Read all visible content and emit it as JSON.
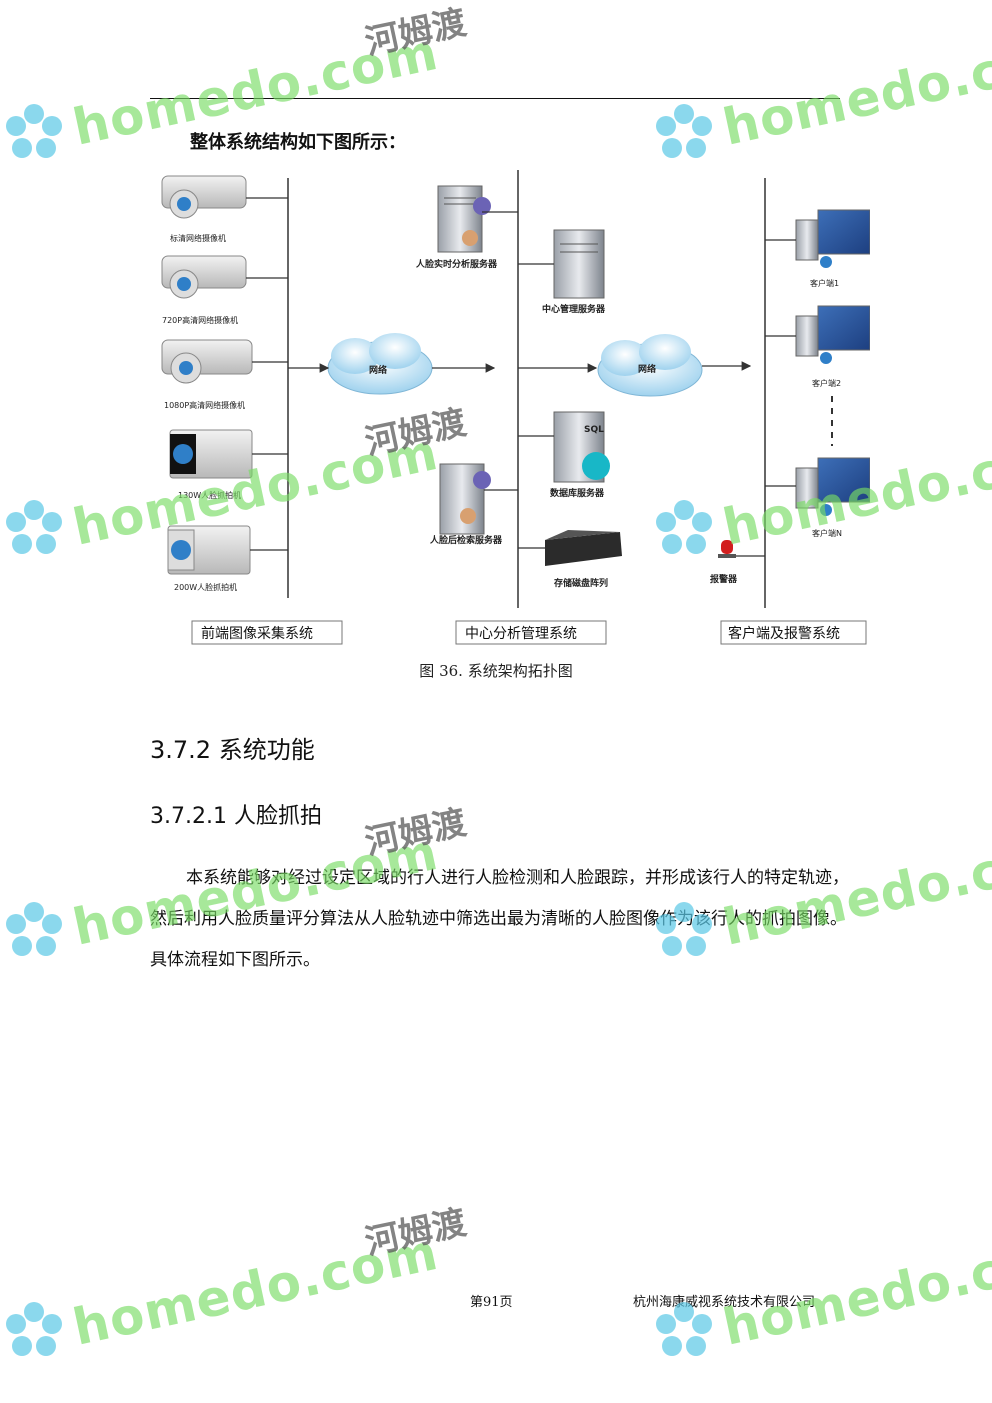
{
  "intro": "整体系统结构如下图所示：",
  "diagram": {
    "front_devices": [
      "标清网络摄像机",
      "720P高清网络摄像机",
      "1080P高清网络摄像机",
      "130W人脸抓拍机",
      "200W人脸抓拍机"
    ],
    "network_label_1": "网络",
    "network_label_2": "网络",
    "servers": {
      "realtime": "人脸实时分析服务器",
      "center": "中心管理服务器",
      "database": "数据库服务器",
      "retrieval": "人脸后检索服务器",
      "storage": "存储磁盘阵列",
      "sql_tag": "SQL"
    },
    "clients": [
      "客户端1",
      "客户端2",
      "客户端N"
    ],
    "alarm": "报警器",
    "systems": [
      "前端图像采集系统",
      "中心分析管理系统",
      "客户端及报警系统"
    ]
  },
  "caption": "图 36.  系统架构拓扑图",
  "section": {
    "heading": "3.7.2  系统功能",
    "subheading": "3.7.2.1  人脸抓拍",
    "paragraph": "本系统能够对经过设定区域的行人进行人脸检测和人脸跟踪，并形成该行人的特定轨迹，然后利用人脸质量评分算法从人脸轨迹中筛选出最为清晰的人脸图像作为该行人的抓拍图像。具体流程如下图所示。"
  },
  "footer": {
    "page": "第91页",
    "company": "杭州海康威视系统技术有限公司"
  },
  "watermark": {
    "en": "homedo.com",
    "cn": "河姆渡"
  },
  "colors": {
    "watermark_green": "#78dc64",
    "cloud_blue": "#bfe3f5",
    "rule": "#111111"
  }
}
